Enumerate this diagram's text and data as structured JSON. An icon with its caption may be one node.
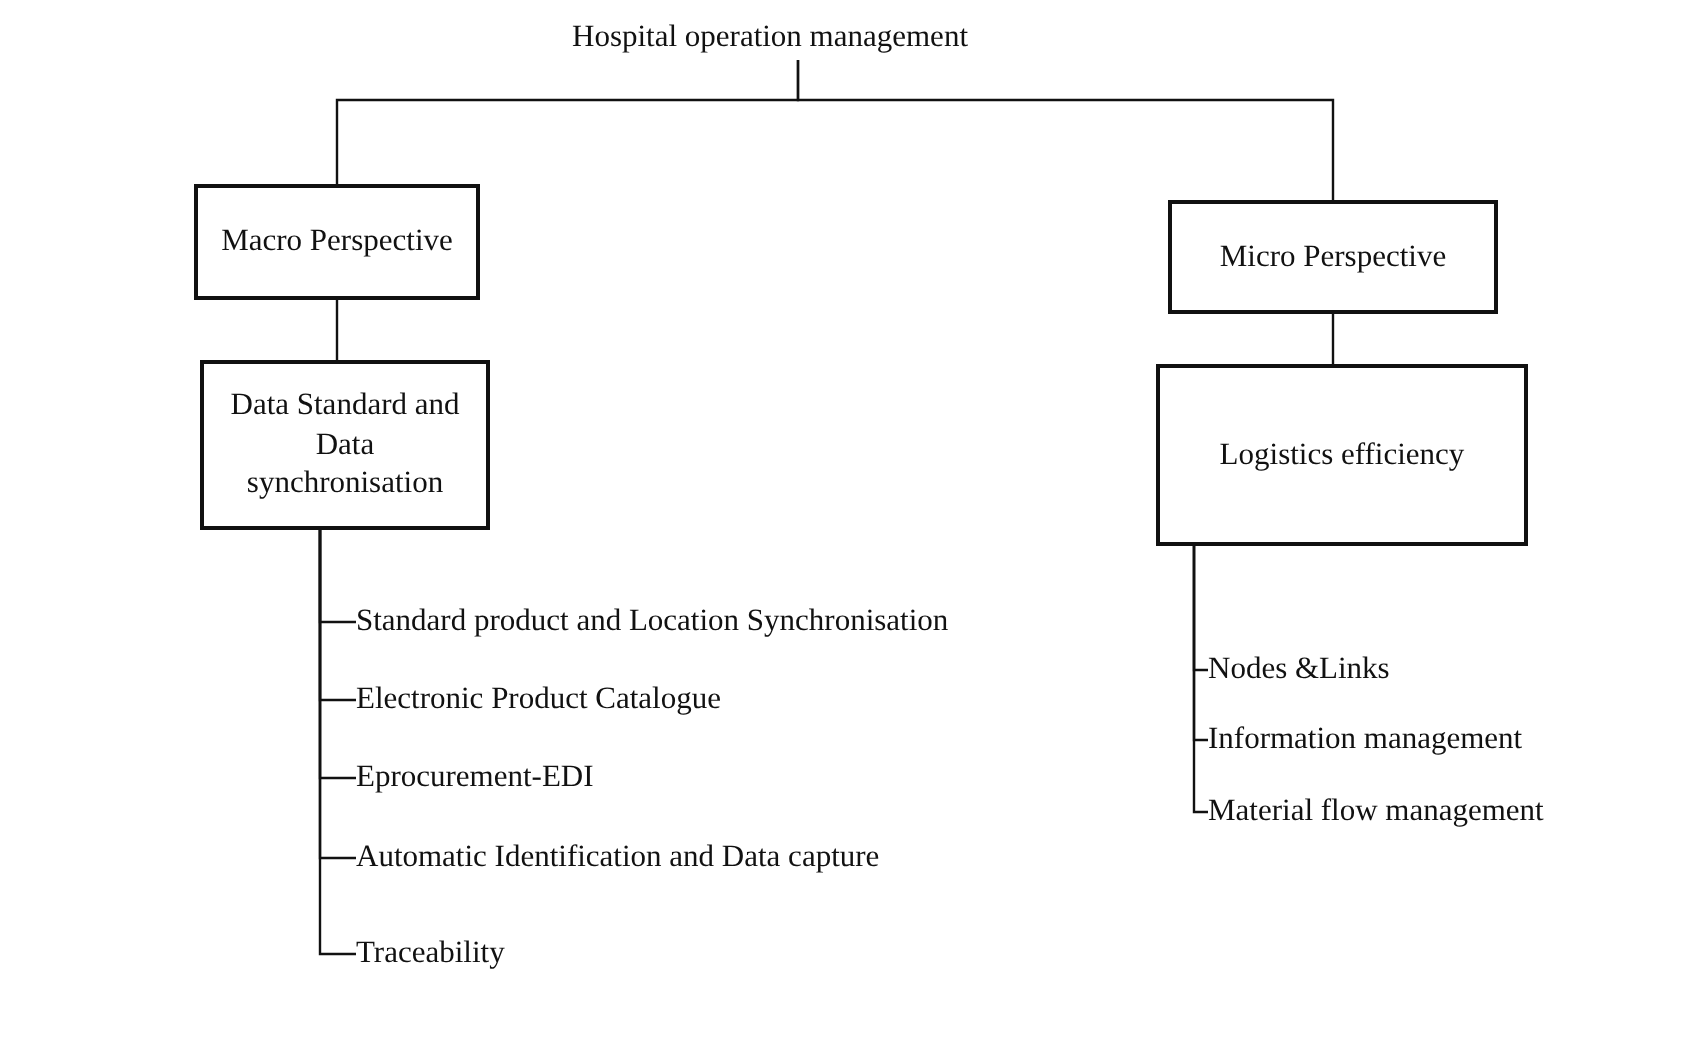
{
  "diagram": {
    "nodes": [
      {
        "text": [
          "Hospital operation management"
        ]
      },
      {
        "text": [
          "Macro Perspective"
        ]
      },
      {
        "text": [
          "Micro Perspective"
        ]
      },
      {
        "text": [
          "Data Standard and Data synchronisation"
        ]
      },
      {
        "text": [
          "Logistics efficiency"
        ]
      },
      {
        "text": [
          "Standard product and Location Synchronisation"
        ]
      },
      {
        "text": [
          "Electronic Product Catalogue"
        ]
      },
      {
        "text": [
          "Eprocurement-EDI"
        ]
      },
      {
        "text": [
          "Automatic Identification and Data capture"
        ]
      },
      {
        "text": [
          "Traceability"
        ]
      },
      {
        "text": [
          "Nodes &Links"
        ]
      },
      {
        "text": [
          "Information management"
        ]
      },
      {
        "text": [
          "Material flow management"
        ]
      }
    ],
    "edges": [
      {
        "from": 0,
        "to": 1,
        "arrow": "none"
      },
      {
        "from": 0,
        "to": 2,
        "arrow": "none"
      },
      {
        "from": 1,
        "to": 3,
        "arrow": "none"
      },
      {
        "from": 2,
        "to": 4,
        "arrow": "none"
      },
      {
        "from": 3,
        "to": 5,
        "arrow": "none"
      },
      {
        "from": 3,
        "to": 6,
        "arrow": "none"
      },
      {
        "from": 3,
        "to": 7,
        "arrow": "none"
      },
      {
        "from": 3,
        "to": 8,
        "arrow": "none"
      },
      {
        "from": 3,
        "to": 9,
        "arrow": "none"
      },
      {
        "from": 4,
        "to": 10,
        "arrow": "none"
      },
      {
        "from": 4,
        "to": 11,
        "arrow": "none"
      },
      {
        "from": 4,
        "to": 12,
        "arrow": "none"
      }
    ]
  }
}
